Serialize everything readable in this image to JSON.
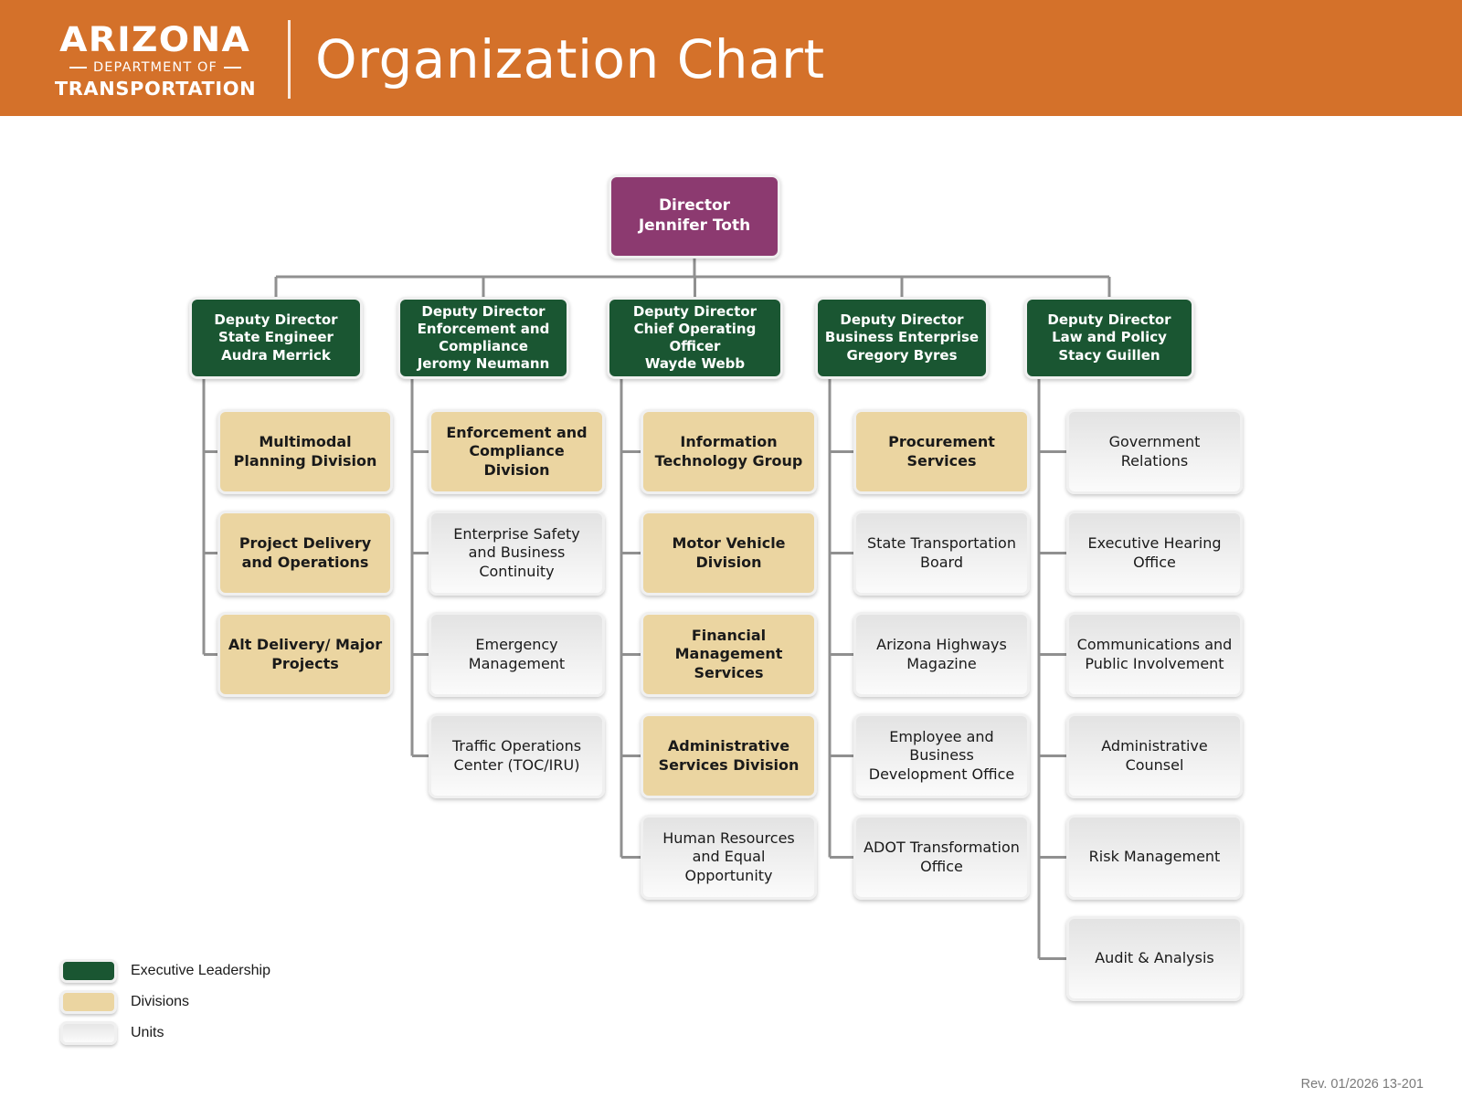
{
  "header": {
    "logo": {
      "line1": "ARIZONA",
      "line2": "DEPARTMENT OF",
      "line3": "TRANSPORTATION"
    },
    "title": "Organization Chart",
    "bg_color": "#d4712a"
  },
  "colors": {
    "director": "#8c3a70",
    "executive": "#1a5632",
    "division": "#ebd5a1",
    "unit": "#ededed",
    "connector": "#909090"
  },
  "chart_data": {
    "type": "diagram",
    "title": "Organization Chart",
    "root": {
      "role": "Director",
      "name": "Jennifer Toth",
      "category": "director"
    },
    "branches": [
      {
        "role": "Deputy Director",
        "unit": "State Engineer",
        "name": "Audra Merrick",
        "category": "executive",
        "children": [
          {
            "label": "Multimodal Planning Division",
            "category": "division"
          },
          {
            "label": "Project Delivery and Operations",
            "category": "division"
          },
          {
            "label": "Alt Delivery/ Major Projects",
            "category": "division"
          }
        ]
      },
      {
        "role": "Deputy Director",
        "unit": "Enforcement and Compliance",
        "name": "Jeromy Neumann",
        "category": "executive",
        "children": [
          {
            "label": "Enforcement and Compliance Division",
            "category": "division"
          },
          {
            "label": "Enterprise Safety and Business Continuity",
            "category": "unit"
          },
          {
            "label": "Emergency Management",
            "category": "unit"
          },
          {
            "label": "Traffic Operations Center (TOC/IRU)",
            "category": "unit"
          }
        ]
      },
      {
        "role": "Deputy Director",
        "unit": "Chief Operating Officer",
        "name": "Wayde Webb",
        "category": "executive",
        "children": [
          {
            "label": "Information Technology Group",
            "category": "division"
          },
          {
            "label": "Motor Vehicle Division",
            "category": "division"
          },
          {
            "label": "Financial Management Services",
            "category": "division"
          },
          {
            "label": "Administrative Services Division",
            "category": "division"
          },
          {
            "label": "Human Resources and Equal Opportunity",
            "category": "unit"
          }
        ]
      },
      {
        "role": "Deputy Director",
        "unit": "Business Enterprise",
        "name": "Gregory Byres",
        "category": "executive",
        "children": [
          {
            "label": "Procurement Services",
            "category": "division"
          },
          {
            "label": "State Transportation Board",
            "category": "unit"
          },
          {
            "label": "Arizona Highways Magazine",
            "category": "unit"
          },
          {
            "label": "Employee and Business Development Office",
            "category": "unit"
          },
          {
            "label": "ADOT Transformation Office",
            "category": "unit"
          }
        ]
      },
      {
        "role": "Deputy Director",
        "unit": "Law and Policy",
        "name": "Stacy Guillen",
        "category": "executive",
        "children": [
          {
            "label": "Government Relations",
            "category": "unit"
          },
          {
            "label": "Executive Hearing Office",
            "category": "unit"
          },
          {
            "label": "Communications and Public Involvement",
            "category": "unit"
          },
          {
            "label": "Administrative Counsel",
            "category": "unit"
          },
          {
            "label": "Risk Management",
            "category": "unit"
          },
          {
            "label": "Audit & Analysis",
            "category": "unit"
          }
        ]
      }
    ]
  },
  "legend": {
    "items": [
      {
        "label": "Executive Leadership",
        "swatch": "exec"
      },
      {
        "label": "Divisions",
        "swatch": "division"
      },
      {
        "label": "Units",
        "swatch": "unit"
      }
    ]
  },
  "footer": {
    "revision": "Rev. 01/2026 13-201"
  }
}
